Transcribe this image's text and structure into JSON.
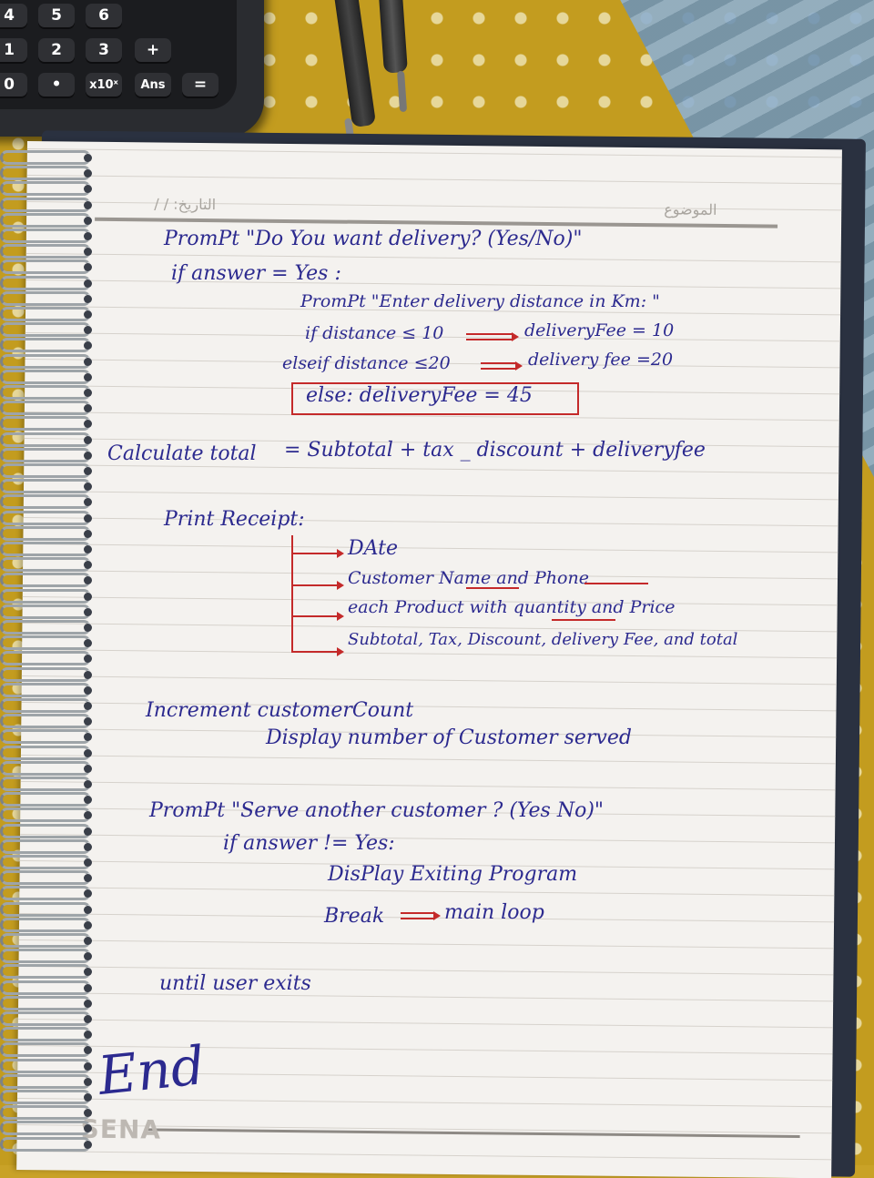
{
  "calculator": {
    "keys": [
      "4",
      "5",
      "6",
      "1",
      "2",
      "3",
      "+",
      "0",
      "•",
      "x10ˣ",
      "Ans",
      "="
    ]
  },
  "notebook": {
    "header_date": "/  /  :التاريخ",
    "header_subject": "الموضوع",
    "brand": "SENA"
  },
  "notes": {
    "l1": "PromPt \"Do You want delivery? (Yes/No)\"",
    "l2": "if answer = Yes :",
    "l3": "PromPt \"Enter delivery distance in Km: \"",
    "l4a": "if distance ≤ 10",
    "l4b": "deliveryFee = 10",
    "l5a": "elseif distance ≤20",
    "l5b": "delivery fee =20",
    "l6": "else: deliveryFee = 45",
    "l7a": "Calculate total",
    "l7b": "= Subtotal + tax  _ discount  + deliveryfee",
    "l8": "Print Receipt:",
    "r1": "DAte",
    "r2": "Customer Name and Phone",
    "r3": "each Product with quantity and Price",
    "r4": "Subtotal, Tax, Discount, delivery Fee, and total",
    "l9": "Increment customerCount",
    "l10": "Display number of Customer served",
    "l11": "PromPt \"Serve another customer ? (Yes No)\"",
    "l12": "if answer != Yes:",
    "l13": "DisPlay Exiting Program",
    "l14a": "Break",
    "l14b": "main loop",
    "l15": "until user exits",
    "end": "End"
  }
}
